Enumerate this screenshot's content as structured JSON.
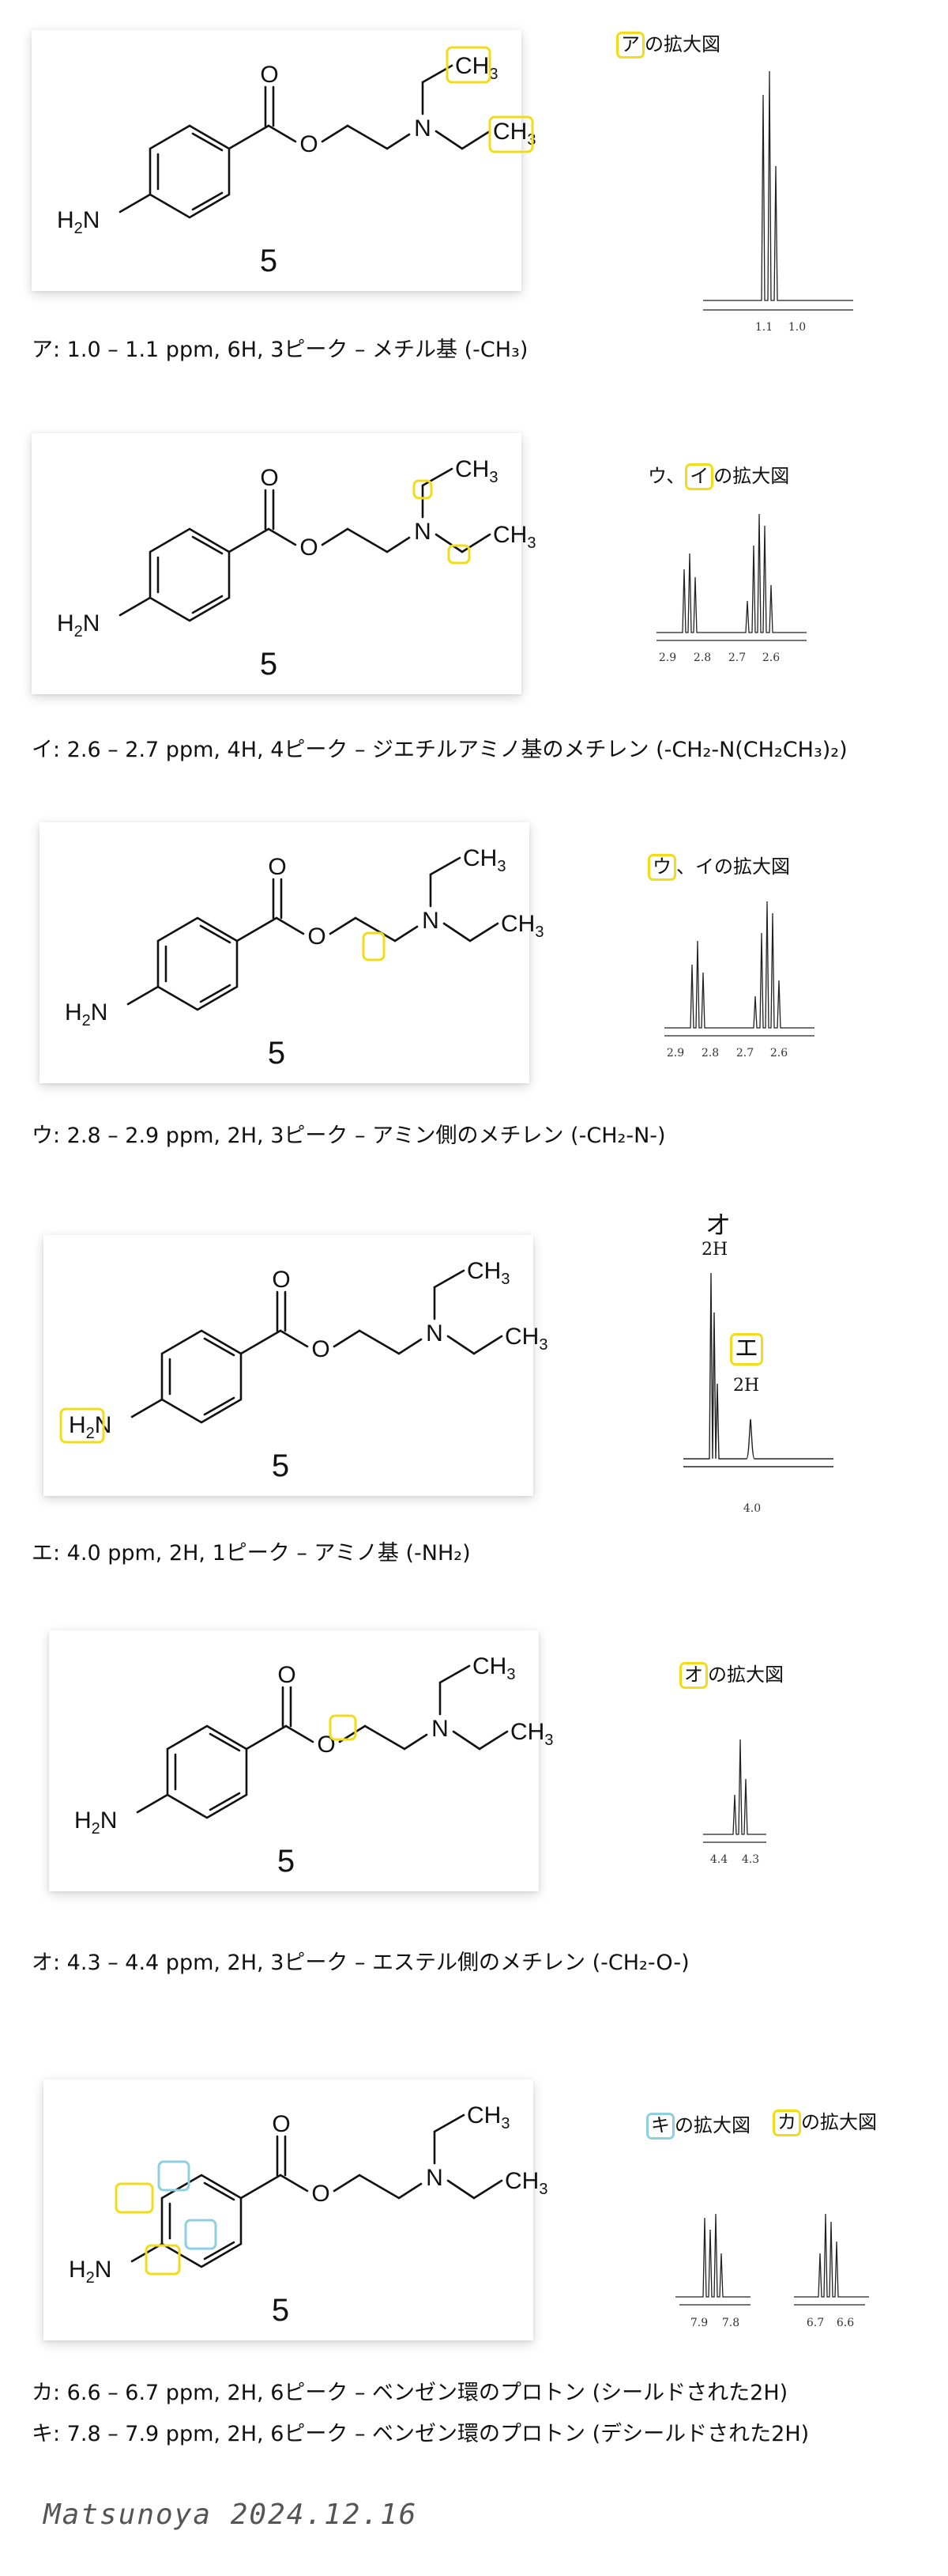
{
  "colors": {
    "highlight_yellow": "#f2dc1a",
    "highlight_blue": "#8fd0e0"
  },
  "molecule": {
    "compound_number": "5",
    "atoms": {
      "o_carbonyl": "O",
      "o_ester": "O",
      "nitrogen": "N",
      "ch3_top": "CH3",
      "ch3_right": "CH3",
      "amine": "H2N"
    }
  },
  "panels": [
    {
      "id": "a",
      "spectrum_title": {
        "highlight": "ア",
        "text": "の拡大図"
      },
      "caption": "ア: 1.0 – 1.1 ppm, 6H, 3ピーク – メチル基 (-CH₃)",
      "ticks": [
        "1.1",
        "1.0"
      ]
    },
    {
      "id": "i",
      "spectrum_title": {
        "prefix": "ウ、",
        "highlight": "イ",
        "text": "の拡大図"
      },
      "caption": "イ: 2.6 – 2.7 ppm, 4H, 4ピーク – ジエチルアミノ基のメチレン (-CH₂-N(CH₂CH₃)₂)",
      "ticks": [
        "2.9",
        "2.8",
        "2.7",
        "2.6"
      ]
    },
    {
      "id": "u",
      "spectrum_title": {
        "highlight": "ウ",
        "suffix": "、イの拡大図"
      },
      "caption": "ウ: 2.8 – 2.9 ppm, 2H, 3ピーク – アミン側のメチレン (-CH₂-N-)",
      "ticks": [
        "2.9",
        "2.8",
        "2.7",
        "2.6"
      ]
    },
    {
      "id": "e",
      "peak_labels": {
        "o_kana": "オ",
        "o_h": "2H",
        "e_kana": "エ",
        "e_h": "2H"
      },
      "caption": "エ: 4.0 ppm, 2H, 1ピーク – アミノ基 (-NH₂)",
      "ticks": [
        "4.0"
      ]
    },
    {
      "id": "o",
      "spectrum_title": {
        "highlight": "オ",
        "text": "の拡大図"
      },
      "caption": "オ: 4.3 – 4.4 ppm, 2H, 3ピーク – エステル側のメチレン (-CH₂-O-)",
      "ticks": [
        "4.4",
        "4.3"
      ]
    },
    {
      "id": "ka",
      "spectrum_title_ki": {
        "highlight": "キ",
        "text": "の拡大図"
      },
      "spectrum_title_ka": {
        "highlight": "カ",
        "text": "の拡大図"
      },
      "caption_ka": "カ: 6.6 – 6.7 ppm, 2H, 6ピーク – ベンゼン環のプロトン (シールドされた2H)",
      "caption_ki": "キ: 7.8 – 7.9 ppm, 2H, 6ピーク – ベンゼン環のプロトン (デシールドされた2H)",
      "ticks_ki": [
        "7.9",
        "7.8"
      ],
      "ticks_ka": [
        "6.7",
        "6.6"
      ]
    }
  ],
  "signature": "Matsunoya  2024.12.16"
}
